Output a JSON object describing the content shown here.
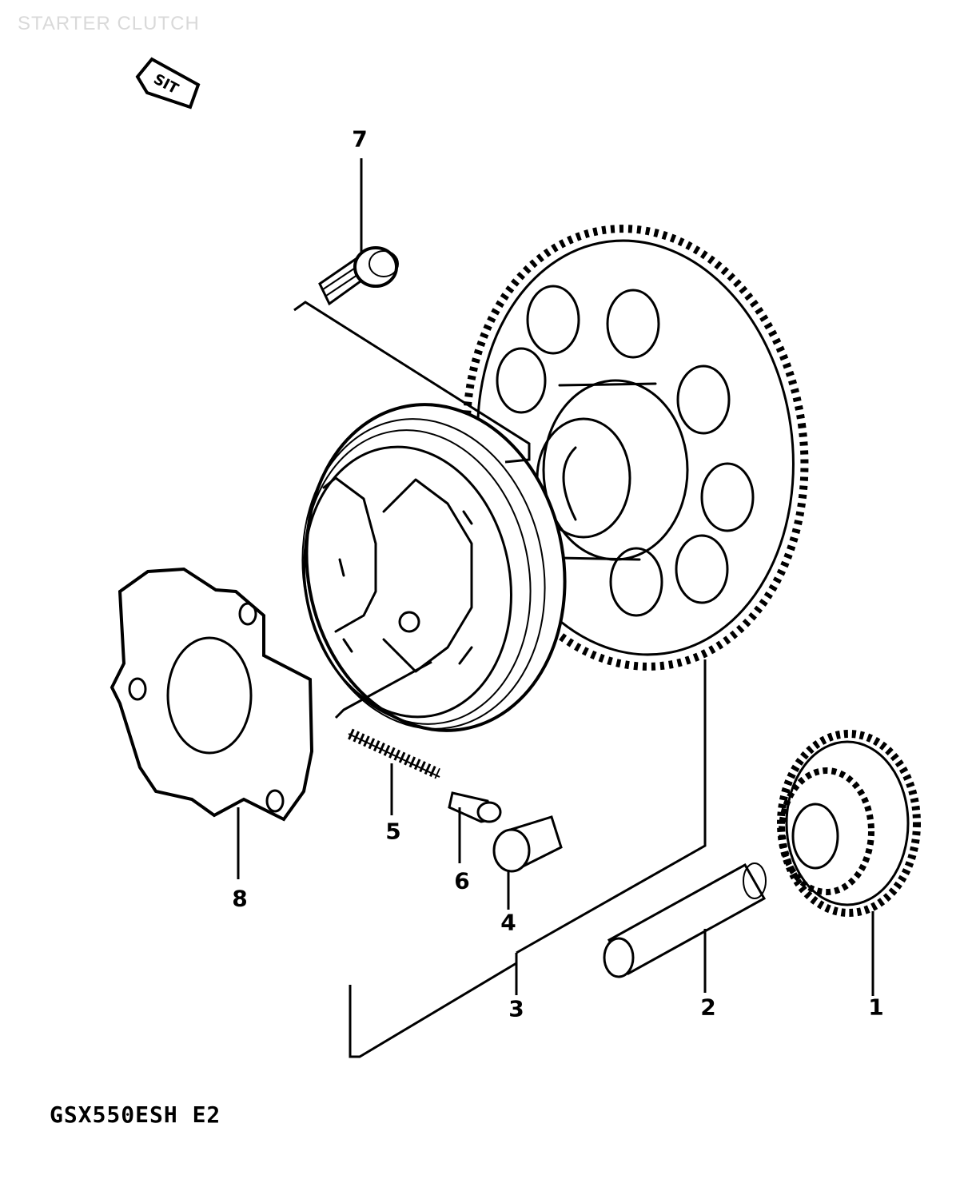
{
  "watermark": "STARTER CLUTCH",
  "model_code": "GSX550ESH E2",
  "direction_arrow": {
    "icon": "direction-arrow-icon",
    "label": "SIT"
  },
  "callouts": [
    {
      "id": "part-1",
      "number": "1"
    },
    {
      "id": "part-2",
      "number": "2"
    },
    {
      "id": "part-3",
      "number": "3"
    },
    {
      "id": "part-4",
      "number": "4"
    },
    {
      "id": "part-5",
      "number": "5"
    },
    {
      "id": "part-6",
      "number": "6"
    },
    {
      "id": "part-7",
      "number": "7"
    },
    {
      "id": "part-8",
      "number": "8"
    }
  ],
  "colors": {
    "ink": "#000000",
    "paper": "#ffffff",
    "watermark": "#d9d9d9"
  }
}
